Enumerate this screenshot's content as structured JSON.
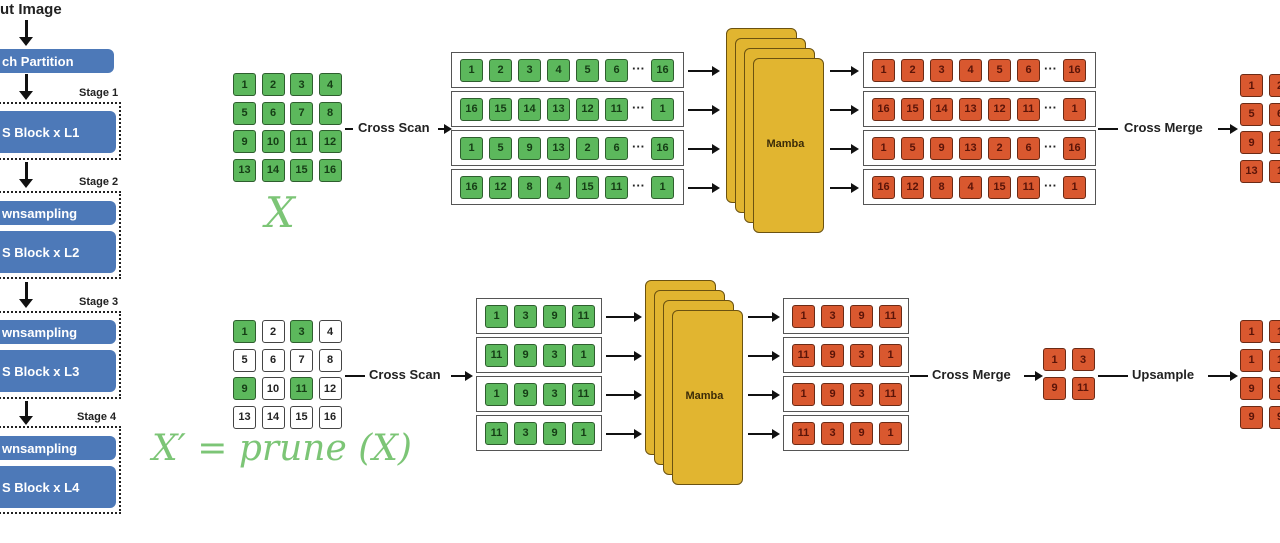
{
  "left_pipeline": {
    "input_label": "ut Image",
    "patch_partition": "ch Partition",
    "stages": [
      {
        "label": "Stage 1",
        "blocks": [
          "S Block x L1"
        ]
      },
      {
        "label": "Stage 2",
        "blocks": [
          "wnsampling",
          "S Block x L2"
        ]
      },
      {
        "label": "Stage 3",
        "blocks": [
          "wnsampling",
          "S Block x L3"
        ]
      },
      {
        "label": "Stage 4",
        "blocks": [
          "wnsampling",
          "S Block x L4"
        ]
      }
    ]
  },
  "colors": {
    "stage_block": "#4d79b8",
    "input_patch": "#5cb85c",
    "output_patch": "#d9582f",
    "mamba": "#e1b530",
    "math_label": "#7cc576"
  },
  "top_row": {
    "input_grid": [
      "1",
      "2",
      "3",
      "4",
      "5",
      "6",
      "7",
      "8",
      "9",
      "10",
      "11",
      "12",
      "13",
      "14",
      "15",
      "16"
    ],
    "input_label": "X",
    "cross_scan_label": "Cross Scan",
    "scan_sequences": [
      [
        "1",
        "2",
        "3",
        "4",
        "5",
        "6",
        "16"
      ],
      [
        "16",
        "15",
        "14",
        "13",
        "12",
        "11",
        "1"
      ],
      [
        "1",
        "5",
        "9",
        "13",
        "2",
        "6",
        "16"
      ],
      [
        "16",
        "12",
        "8",
        "4",
        "15",
        "11",
        "1"
      ]
    ],
    "ellipsis": "···",
    "mamba_label": "Mamba",
    "output_sequences": [
      [
        "1",
        "2",
        "3",
        "4",
        "5",
        "6",
        "16"
      ],
      [
        "16",
        "15",
        "14",
        "13",
        "12",
        "11",
        "1"
      ],
      [
        "1",
        "5",
        "9",
        "13",
        "2",
        "6",
        "16"
      ],
      [
        "16",
        "12",
        "8",
        "4",
        "15",
        "11",
        "1"
      ]
    ],
    "cross_merge_label": "Cross Merge",
    "output_grid_visible": [
      "1",
      "2",
      "5",
      "6",
      "9",
      "1",
      "13",
      "1"
    ]
  },
  "bottom_row": {
    "input_grid": [
      "1",
      "2",
      "3",
      "4",
      "5",
      "6",
      "7",
      "8",
      "9",
      "10",
      "11",
      "12",
      "13",
      "14",
      "15",
      "16"
    ],
    "kept_patches": [
      "1",
      "3",
      "9",
      "11"
    ],
    "formula": "X′ = prune (X)",
    "cross_scan_label": "Cross Scan",
    "scan_sequences": [
      [
        "1",
        "3",
        "9",
        "11"
      ],
      [
        "11",
        "9",
        "3",
        "1"
      ],
      [
        "1",
        "9",
        "3",
        "11"
      ],
      [
        "11",
        "3",
        "9",
        "1"
      ]
    ],
    "mamba_label": "Mamba",
    "output_sequences": [
      [
        "1",
        "3",
        "9",
        "11"
      ],
      [
        "11",
        "9",
        "3",
        "1"
      ],
      [
        "1",
        "9",
        "3",
        "11"
      ],
      [
        "11",
        "3",
        "9",
        "1"
      ]
    ],
    "cross_merge_label": "Cross Merge",
    "merged_grid": [
      "1",
      "3",
      "9",
      "11"
    ],
    "upsample_label": "Upsample",
    "upsampled_grid_visible": [
      "1",
      "1",
      "1",
      "1",
      "9",
      "9",
      "9",
      "9"
    ]
  }
}
